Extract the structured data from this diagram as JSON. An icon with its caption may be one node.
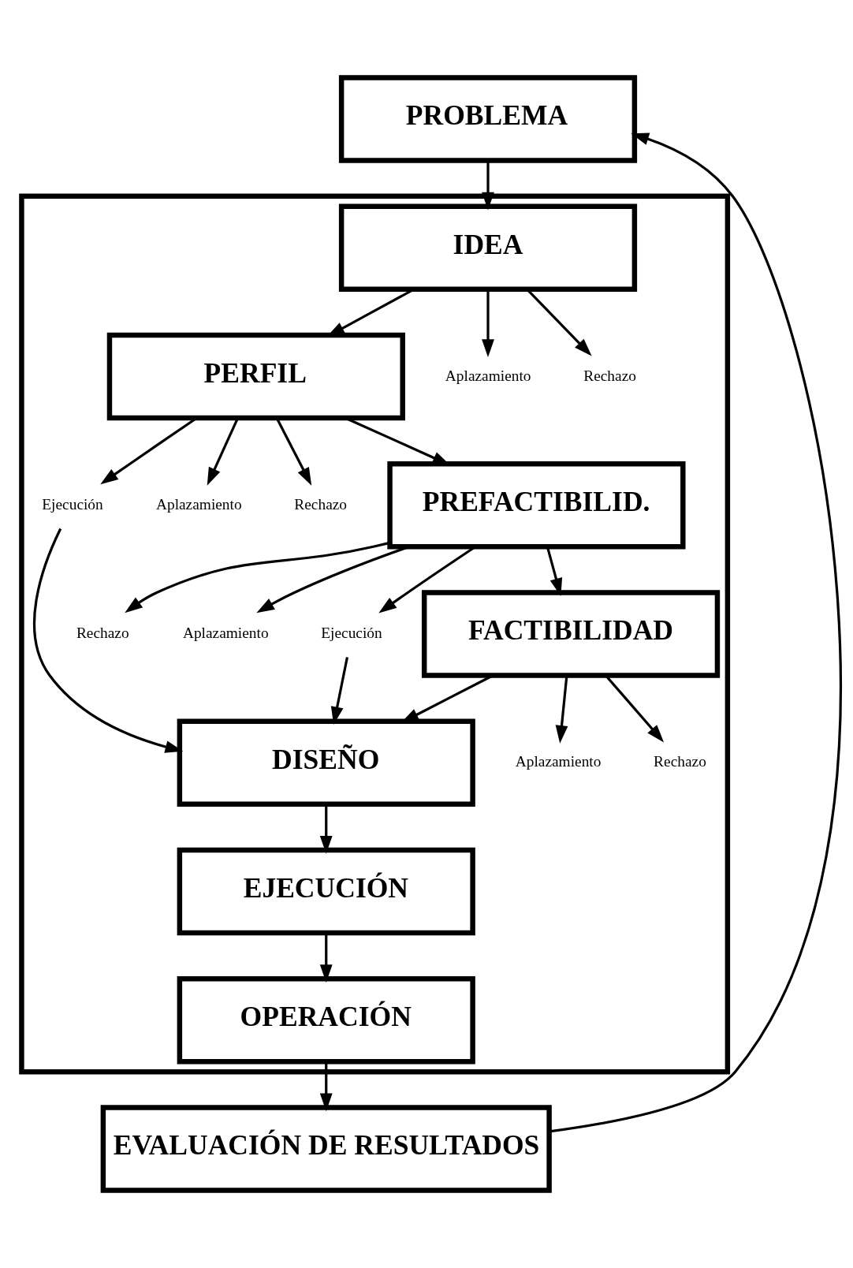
{
  "diagram": {
    "nodes": [
      {
        "text": [
          "PROBLEMA"
        ]
      },
      {
        "text": [],
        "shape": "box"
      },
      {
        "text": [
          "IDEA"
        ],
        "in": 1
      },
      {
        "text": [
          "PERFIL"
        ],
        "in": 1
      },
      {
        "text": [
          "PREFACTIBILID."
        ],
        "in": 1
      },
      {
        "text": [
          "FACTIBILIDAD"
        ],
        "in": 1
      },
      {
        "text": [
          "DISEÑO"
        ],
        "in": 1
      },
      {
        "text": [
          "EJECUCIÓN"
        ],
        "in": 1
      },
      {
        "text": [
          "OPERACIÓN"
        ],
        "in": 1
      },
      {
        "text": [
          "EVALUACIÓN DE RESULTADOS"
        ]
      },
      {
        "text": [
          "Aplazamiento"
        ],
        "in": 1
      },
      {
        "text": [
          "Rechazo"
        ],
        "in": 1
      },
      {
        "text": [
          "Aplazamiento"
        ],
        "in": 1
      },
      {
        "text": [
          "Rechazo"
        ],
        "in": 1
      },
      {
        "text": [
          "Ejecución"
        ],
        "in": 1
      },
      {
        "text": [
          "Aplazamiento"
        ],
        "in": 1
      },
      {
        "text": [
          "Rechazo"
        ],
        "in": 1
      },
      {
        "text": [
          "Ejecución"
        ],
        "in": 1
      },
      {
        "text": [
          "Aplazamiento"
        ],
        "in": 1
      },
      {
        "text": [
          "Rechazo"
        ],
        "in": 1
      }
    ],
    "edges": [
      {
        "from": 0,
        "to": 2,
        "arrow": "to"
      },
      {
        "from": 2,
        "to": 3,
        "arrow": "to"
      },
      {
        "from": 3,
        "to": 4,
        "arrow": "to"
      },
      {
        "from": 4,
        "to": 5,
        "arrow": "to"
      },
      {
        "from": 5,
        "to": 6,
        "arrow": "to"
      },
      {
        "from": 6,
        "to": 7,
        "arrow": "to"
      },
      {
        "from": 7,
        "to": 8,
        "arrow": "to"
      },
      {
        "from": 8,
        "to": 9,
        "arrow": "to"
      },
      {
        "from": 9,
        "to": 0,
        "arrow": "to"
      },
      {
        "from": 2,
        "to": 10,
        "arrow": "to"
      },
      {
        "from": 2,
        "to": 11,
        "arrow": "to"
      },
      {
        "from": 3,
        "to": 12,
        "arrow": "to"
      },
      {
        "from": 3,
        "to": 13,
        "arrow": "to"
      },
      {
        "from": 3,
        "to": 14,
        "arrow": "to"
      },
      {
        "from": 4,
        "to": 15,
        "arrow": "to"
      },
      {
        "from": 4,
        "to": 16,
        "arrow": "to"
      },
      {
        "from": 4,
        "to": 17,
        "arrow": "to"
      },
      {
        "from": 14,
        "to": 6,
        "arrow": "to"
      },
      {
        "from": 17,
        "to": 6,
        "arrow": "to"
      },
      {
        "from": 5,
        "to": 18,
        "arrow": "to"
      },
      {
        "from": 5,
        "to": 19,
        "arrow": "to"
      }
    ]
  }
}
